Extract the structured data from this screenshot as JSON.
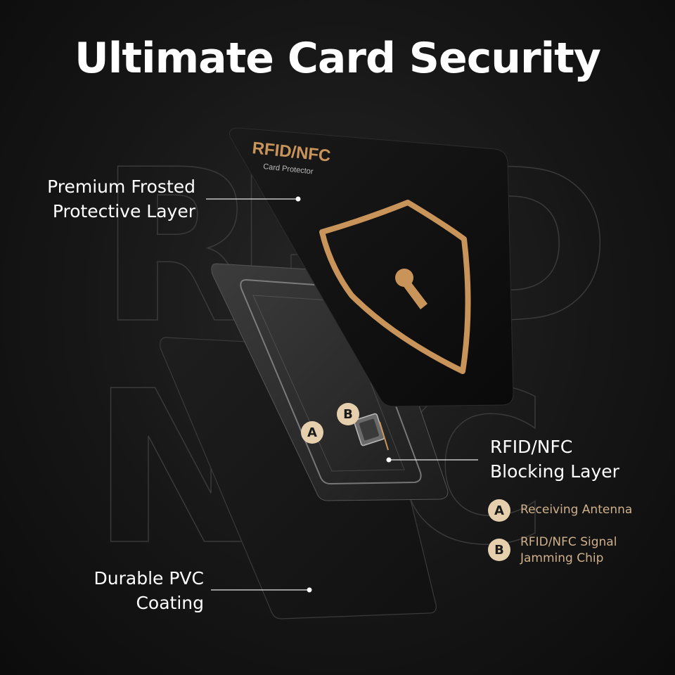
{
  "title": "Ultimate Card Security",
  "background_letters": [
    "R",
    "F",
    "I",
    "D",
    "N",
    "F",
    "C"
  ],
  "card": {
    "brand": "RFID/NFC",
    "subtitle": "Card Protector",
    "shield_icon": "shield-keyhole-icon"
  },
  "callouts": {
    "top": [
      "Premium Frosted",
      "Protective Layer"
    ],
    "middle": [
      "RFID/NFC",
      "Blocking Layer"
    ],
    "bottom": [
      "Durable PVC",
      "Coating"
    ]
  },
  "legend": [
    {
      "letter": "A",
      "lines": [
        "Receiving Antenna"
      ]
    },
    {
      "letter": "B",
      "lines": [
        "RFID/NFC Signal",
        "Jamming Chip"
      ]
    }
  ],
  "colors": {
    "gold": "#c9945a",
    "badge": "#e6cfac",
    "legend_text": "#cfb08a",
    "background": "#161616"
  }
}
